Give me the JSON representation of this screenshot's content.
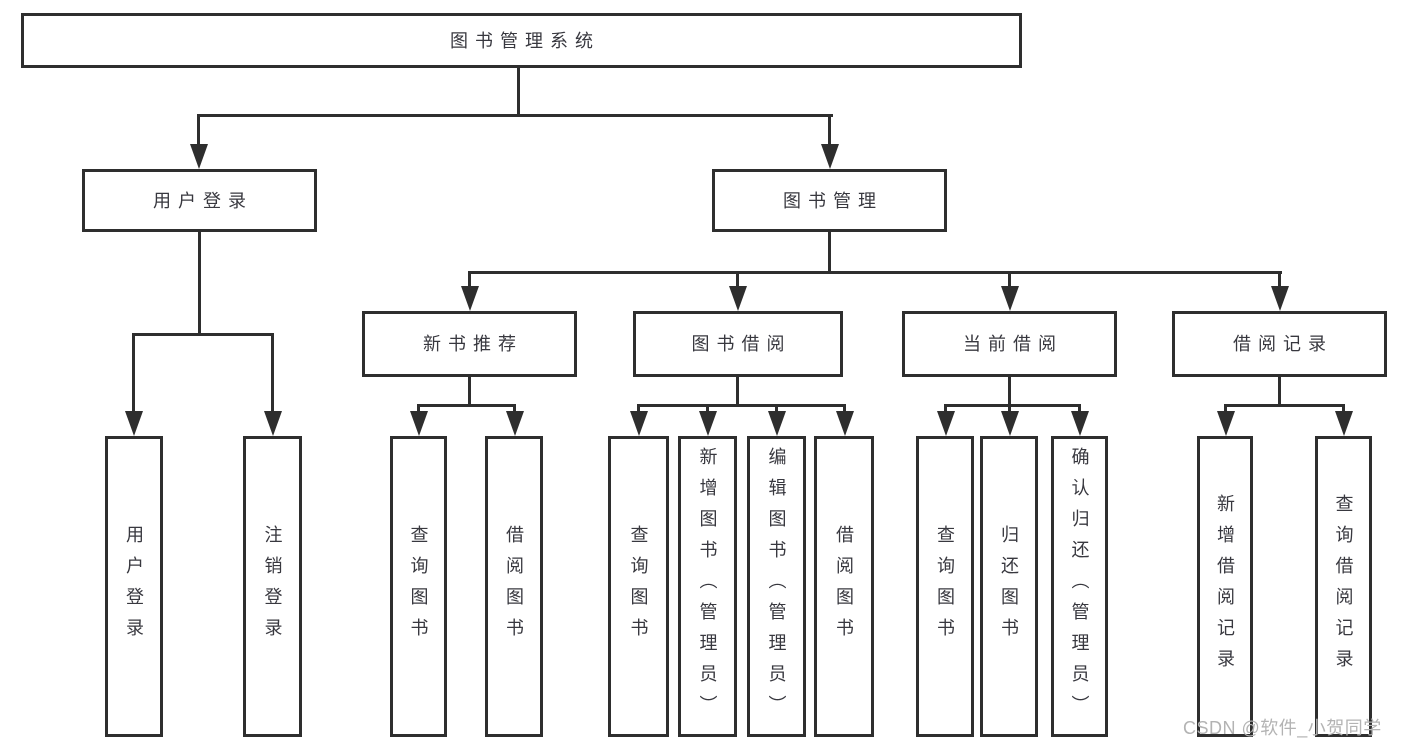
{
  "colors": {
    "line": "#2e2e2e",
    "text": "#38383f",
    "watermark": "#b3b3b3",
    "background": "#ffffff"
  },
  "watermark": {
    "text": "CSDN @软件_小贺同学"
  },
  "tree": {
    "root": {
      "label": "图书管理系统"
    },
    "branches": [
      {
        "label": "用户登录",
        "children": [
          {
            "label": "用户登录"
          },
          {
            "label": "注销登录"
          }
        ]
      },
      {
        "label": "图书管理",
        "children": [
          {
            "label": "新书推荐",
            "children": [
              {
                "label": "查询图书"
              },
              {
                "label": "借阅图书"
              }
            ]
          },
          {
            "label": "图书借阅",
            "children": [
              {
                "label": "查询图书"
              },
              {
                "label": "新增图书（管理员）"
              },
              {
                "label": "编辑图书（管理员）"
              },
              {
                "label": "借阅图书"
              }
            ]
          },
          {
            "label": "当前借阅",
            "children": [
              {
                "label": "查询图书"
              },
              {
                "label": "归还图书"
              },
              {
                "label": "确认归还（管理员）"
              }
            ]
          },
          {
            "label": "借阅记录",
            "children": [
              {
                "label": "新增借阅记录"
              },
              {
                "label": "查询借阅记录"
              }
            ]
          }
        ]
      }
    ]
  }
}
